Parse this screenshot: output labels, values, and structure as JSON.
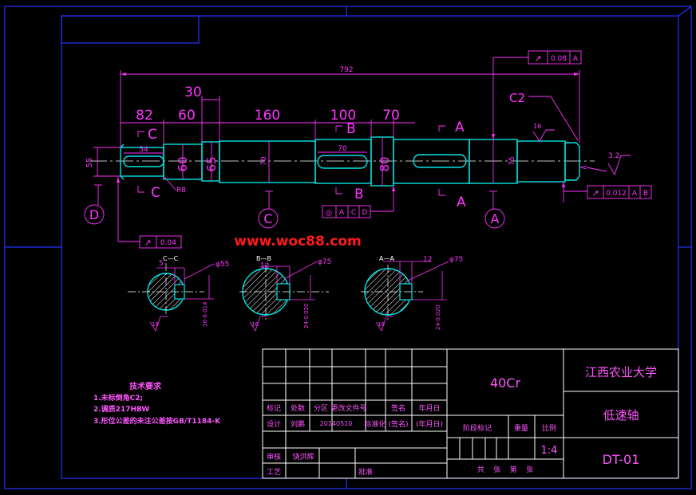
{
  "colors": {
    "background": "#000000",
    "frame": "#2233ff",
    "dimension": "#ff33ff",
    "outline": "#00e5e5",
    "table": "#ffffff",
    "table_text": "#ff55ff",
    "centerline": "#ffffff",
    "hatch": "#ffffff",
    "watermark": "#ff1a1a",
    "tolerance_green": "#33cc33"
  },
  "watermark": "www.woc88.com",
  "dimensions": {
    "overall_length": "792",
    "d30": "30",
    "d82": "82",
    "d60_top": "60",
    "d160": "160",
    "d100": "100",
    "d70_top": "70",
    "d54": "54",
    "d70_key": "70",
    "d55": "55",
    "d60_dia": "60",
    "d65": "65",
    "d70_dia": "70",
    "d80": "80",
    "d75": "75",
    "r8": "R8",
    "chamfer": "C2",
    "rough16": "16",
    "rough32": "3.2"
  },
  "tolerances": {
    "runout_top_symbol": "↗",
    "runout_top_value": "0.08",
    "runout_top_datum": "A",
    "runout_right_value": "0.012",
    "runout_right_datum1": "A",
    "runout_right_datum2": "B",
    "conc_symbol": "◎",
    "conc_datum1": "A",
    "conc_datum2": "C",
    "conc_datum3": "D",
    "runout_left_value": "0.04"
  },
  "section_marks": {
    "c_top": "C",
    "c_bottom": "C",
    "b_top": "B",
    "b_bottom": "B",
    "a_top": "A",
    "a_bottom": "A",
    "datum_d": "D",
    "datum_c": "C",
    "datum_a": "A"
  },
  "sections": [
    {
      "label": "C—C",
      "width": "5",
      "dia": "φ55",
      "depth": "16-0.014",
      "rough": "16"
    },
    {
      "label": "B—B",
      "width": "12",
      "dia": "φ75",
      "depth": "24-0.020",
      "rough": "16"
    },
    {
      "label": "A—A",
      "width": "12",
      "dia": "φ75",
      "depth": "24-0.020",
      "rough": "16"
    }
  ],
  "tech_requirements": {
    "title": "技术要求",
    "lines": [
      "1.未标倒角C2;",
      "2.调质217HBW",
      "3.形位公差的未注公差按GB/T1184-K"
    ]
  },
  "title_block": {
    "material": "40Cr",
    "school": "江西农业大学",
    "part_name": "低速轴",
    "drawing_no": "DT-01",
    "headers": [
      "标记",
      "处数",
      "分区",
      "更改文件号",
      "签名",
      "年月日"
    ],
    "design_label": "设计",
    "designer": "刘鹏",
    "date": "20140510",
    "std_label": "标准化",
    "sign_paren": "(签名)",
    "date_paren": "(年月日)",
    "stage_label": "阶段标记",
    "weight_label": "重量",
    "scale_label": "比例",
    "scale": "1:4",
    "check_label": "审核",
    "checker": "饶洪辉",
    "process_label": "工艺",
    "approve_label": "批准",
    "sheets_text": "共    张    第    张"
  }
}
